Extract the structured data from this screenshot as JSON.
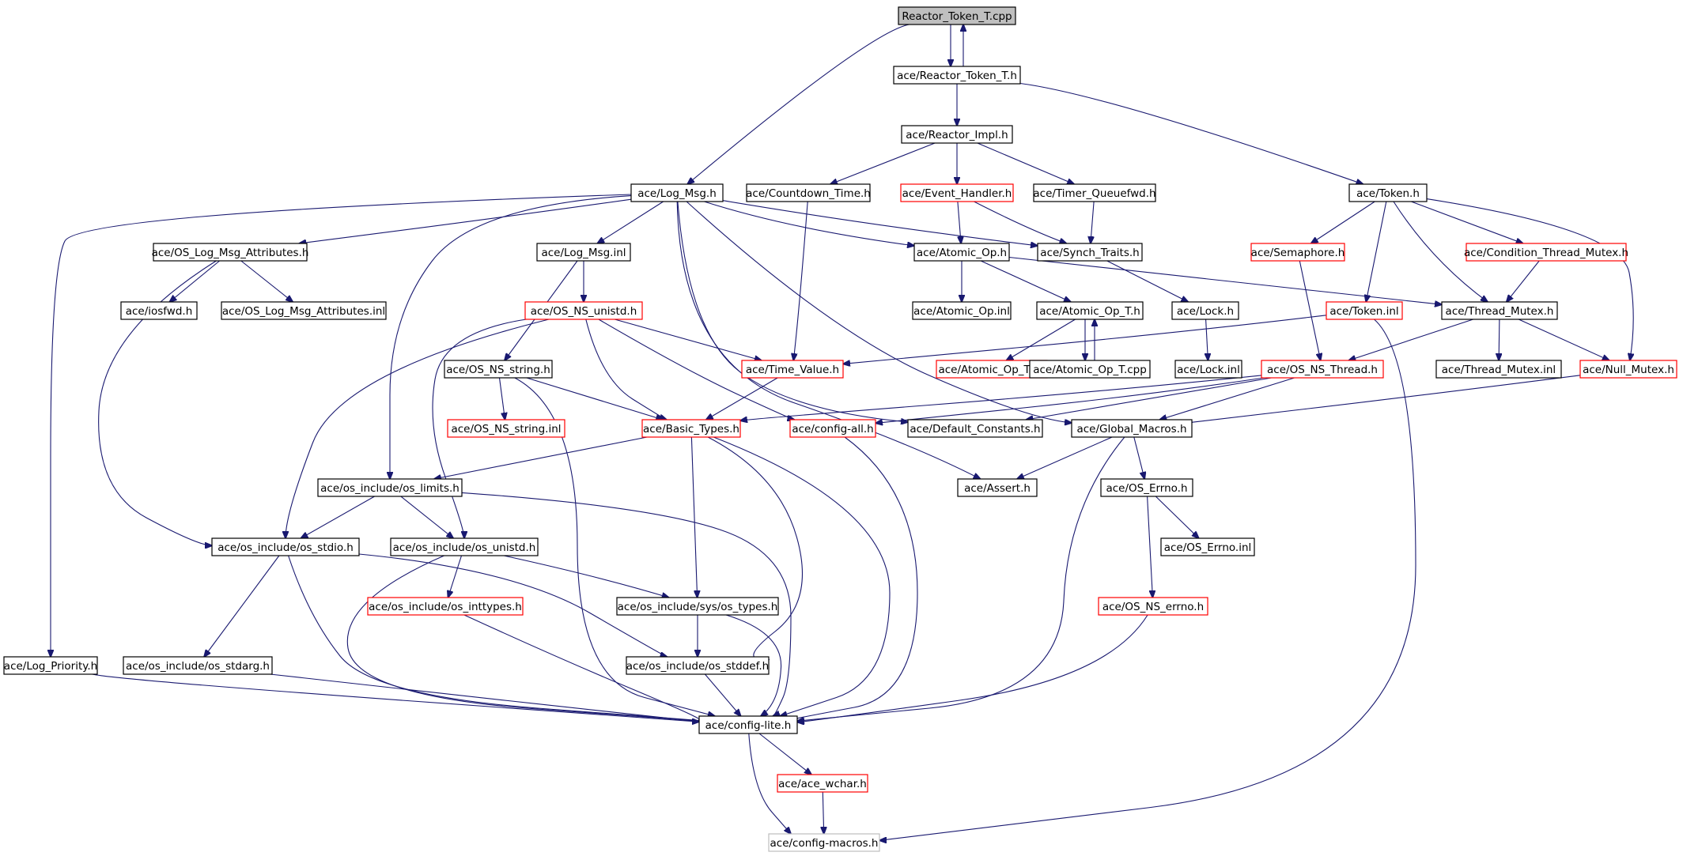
{
  "graph": {
    "nodes": [
      {
        "id": "reactor_token_cpp",
        "label": "Reactor_Token_T.cpp",
        "style": "gray"
      },
      {
        "id": "reactor_token_h",
        "label": "ace/Reactor_Token_T.h",
        "style": "black"
      },
      {
        "id": "reactor_impl",
        "label": "ace/Reactor_Impl.h",
        "style": "black"
      },
      {
        "id": "log_msg_h",
        "label": "ace/Log_Msg.h",
        "style": "black"
      },
      {
        "id": "countdown_time",
        "label": "ace/Countdown_Time.h",
        "style": "black"
      },
      {
        "id": "event_handler",
        "label": "ace/Event_Handler.h",
        "style": "red"
      },
      {
        "id": "timer_queuefwd",
        "label": "ace/Timer_Queuefwd.h",
        "style": "black"
      },
      {
        "id": "token_h",
        "label": "ace/Token.h",
        "style": "black"
      },
      {
        "id": "os_log_msg_attr",
        "label": "ace/OS_Log_Msg_Attributes.h",
        "style": "black"
      },
      {
        "id": "log_msg_inl",
        "label": "ace/Log_Msg.inl",
        "style": "black"
      },
      {
        "id": "atomic_op_h",
        "label": "ace/Atomic_Op.h",
        "style": "black"
      },
      {
        "id": "synch_traits",
        "label": "ace/Synch_Traits.h",
        "style": "black"
      },
      {
        "id": "semaphore_h",
        "label": "ace/Semaphore.h",
        "style": "red"
      },
      {
        "id": "cond_thread_mutex",
        "label": "ace/Condition_Thread_Mutex.h",
        "style": "red"
      },
      {
        "id": "iosfwd",
        "label": "ace/iosfwd.h",
        "style": "black"
      },
      {
        "id": "os_log_msg_attr_inl",
        "label": "ace/OS_Log_Msg_Attributes.inl",
        "style": "black"
      },
      {
        "id": "os_ns_unistd",
        "label": "ace/OS_NS_unistd.h",
        "style": "red"
      },
      {
        "id": "atomic_op_inl",
        "label": "ace/Atomic_Op.inl",
        "style": "black"
      },
      {
        "id": "atomic_op_t_h",
        "label": "ace/Atomic_Op_T.h",
        "style": "black"
      },
      {
        "id": "lock_h",
        "label": "ace/Lock.h",
        "style": "black"
      },
      {
        "id": "token_inl",
        "label": "ace/Token.inl",
        "style": "red"
      },
      {
        "id": "thread_mutex_h",
        "label": "ace/Thread_Mutex.h",
        "style": "black"
      },
      {
        "id": "os_ns_string_h",
        "label": "ace/OS_NS_string.h",
        "style": "black"
      },
      {
        "id": "time_value",
        "label": "ace/Time_Value.h",
        "style": "red"
      },
      {
        "id": "atomic_op_t_inl",
        "label": "ace/Atomic_Op_T.inl",
        "style": "red"
      },
      {
        "id": "atomic_op_t_cpp",
        "label": "ace/Atomic_Op_T.cpp",
        "style": "black"
      },
      {
        "id": "lock_inl",
        "label": "ace/Lock.inl",
        "style": "black"
      },
      {
        "id": "os_ns_thread",
        "label": "ace/OS_NS_Thread.h",
        "style": "red"
      },
      {
        "id": "thread_mutex_inl",
        "label": "ace/Thread_Mutex.inl",
        "style": "black"
      },
      {
        "id": "null_mutex",
        "label": "ace/Null_Mutex.h",
        "style": "red"
      },
      {
        "id": "os_ns_string_inl",
        "label": "ace/OS_NS_string.inl",
        "style": "red"
      },
      {
        "id": "basic_types",
        "label": "ace/Basic_Types.h",
        "style": "red"
      },
      {
        "id": "config_all",
        "label": "ace/config-all.h",
        "style": "red"
      },
      {
        "id": "default_constants",
        "label": "ace/Default_Constants.h",
        "style": "black"
      },
      {
        "id": "global_macros",
        "label": "ace/Global_Macros.h",
        "style": "black"
      },
      {
        "id": "os_limits",
        "label": "ace/os_include/os_limits.h",
        "style": "black"
      },
      {
        "id": "assert_h",
        "label": "ace/Assert.h",
        "style": "black"
      },
      {
        "id": "os_errno_h",
        "label": "ace/OS_Errno.h",
        "style": "black"
      },
      {
        "id": "os_stdio",
        "label": "ace/os_include/os_stdio.h",
        "style": "black"
      },
      {
        "id": "os_unistd",
        "label": "ace/os_include/os_unistd.h",
        "style": "black"
      },
      {
        "id": "os_errno_inl",
        "label": "ace/OS_Errno.inl",
        "style": "black"
      },
      {
        "id": "os_inttypes",
        "label": "ace/os_include/os_inttypes.h",
        "style": "red"
      },
      {
        "id": "sys_os_types",
        "label": "ace/os_include/sys/os_types.h",
        "style": "black"
      },
      {
        "id": "os_ns_errno",
        "label": "ace/OS_NS_errno.h",
        "style": "red"
      },
      {
        "id": "log_priority",
        "label": "ace/Log_Priority.h",
        "style": "black"
      },
      {
        "id": "os_stdarg",
        "label": "ace/os_include/os_stdarg.h",
        "style": "black"
      },
      {
        "id": "os_stddef",
        "label": "ace/os_include/os_stddef.h",
        "style": "black"
      },
      {
        "id": "config_lite",
        "label": "ace/config-lite.h",
        "style": "black"
      },
      {
        "id": "ace_wchar",
        "label": "ace/ace_wchar.h",
        "style": "red"
      },
      {
        "id": "config_macros",
        "label": "ace/config-macros.h",
        "style": "light"
      }
    ],
    "edges": [
      [
        "reactor_token_cpp",
        "reactor_token_h"
      ],
      [
        "reactor_token_h",
        "reactor_token_cpp"
      ],
      [
        "reactor_token_cpp",
        "log_msg_h"
      ],
      [
        "reactor_token_h",
        "reactor_impl"
      ],
      [
        "reactor_token_h",
        "token_h"
      ],
      [
        "reactor_impl",
        "countdown_time"
      ],
      [
        "reactor_impl",
        "event_handler"
      ],
      [
        "reactor_impl",
        "timer_queuefwd"
      ],
      [
        "log_msg_h",
        "os_log_msg_attr"
      ],
      [
        "log_msg_h",
        "log_msg_inl"
      ],
      [
        "log_msg_h",
        "atomic_op_h"
      ],
      [
        "log_msg_h",
        "synch_traits"
      ],
      [
        "log_msg_h",
        "log_priority"
      ],
      [
        "log_msg_h",
        "os_limits"
      ],
      [
        "log_msg_h",
        "default_constants"
      ],
      [
        "log_msg_h",
        "assert_h"
      ],
      [
        "log_msg_h",
        "global_macros"
      ],
      [
        "event_handler",
        "atomic_op_h"
      ],
      [
        "event_handler",
        "synch_traits"
      ],
      [
        "timer_queuefwd",
        "synch_traits"
      ],
      [
        "countdown_time",
        "time_value"
      ],
      [
        "token_h",
        "semaphore_h"
      ],
      [
        "token_h",
        "cond_thread_mutex"
      ],
      [
        "token_h",
        "token_inl"
      ],
      [
        "token_h",
        "thread_mutex_h"
      ],
      [
        "token_h",
        "null_mutex"
      ],
      [
        "os_log_msg_attr",
        "iosfwd"
      ],
      [
        "os_log_msg_attr",
        "os_log_msg_attr_inl"
      ],
      [
        "os_log_msg_attr",
        "os_stdio"
      ],
      [
        "log_msg_inl",
        "os_ns_unistd"
      ],
      [
        "log_msg_inl",
        "os_ns_string_h"
      ],
      [
        "atomic_op_h",
        "atomic_op_inl"
      ],
      [
        "atomic_op_h",
        "atomic_op_t_h"
      ],
      [
        "atomic_op_h",
        "thread_mutex_h"
      ],
      [
        "synch_traits",
        "lock_h"
      ],
      [
        "semaphore_h",
        "os_ns_thread"
      ],
      [
        "cond_thread_mutex",
        "thread_mutex_h"
      ],
      [
        "token_inl",
        "time_value"
      ],
      [
        "token_inl",
        "config_macros"
      ],
      [
        "atomic_op_t_h",
        "atomic_op_t_inl"
      ],
      [
        "atomic_op_t_h",
        "atomic_op_t_cpp"
      ],
      [
        "atomic_op_t_cpp",
        "atomic_op_t_h"
      ],
      [
        "lock_h",
        "lock_inl"
      ],
      [
        "thread_mutex_h",
        "os_ns_thread"
      ],
      [
        "thread_mutex_h",
        "thread_mutex_inl"
      ],
      [
        "thread_mutex_h",
        "null_mutex"
      ],
      [
        "null_mutex",
        "global_macros"
      ],
      [
        "os_ns_unistd",
        "time_value"
      ],
      [
        "os_ns_unistd",
        "basic_types"
      ],
      [
        "os_ns_unistd",
        "config_all"
      ],
      [
        "os_ns_unistd",
        "os_stdio"
      ],
      [
        "os_ns_unistd",
        "os_unistd"
      ],
      [
        "os_ns_string_h",
        "os_ns_string_inl"
      ],
      [
        "os_ns_string_h",
        "basic_types"
      ],
      [
        "os_ns_string_h",
        "config_lite"
      ],
      [
        "time_value",
        "basic_types"
      ],
      [
        "os_ns_thread",
        "basic_types"
      ],
      [
        "os_ns_thread",
        "config_all"
      ],
      [
        "os_ns_thread",
        "default_constants"
      ],
      [
        "os_ns_thread",
        "global_macros"
      ],
      [
        "basic_types",
        "os_limits"
      ],
      [
        "basic_types",
        "sys_os_types"
      ],
      [
        "basic_types",
        "os_stddef"
      ],
      [
        "basic_types",
        "config_lite"
      ],
      [
        "config_all",
        "config_lite"
      ],
      [
        "global_macros",
        "assert_h"
      ],
      [
        "global_macros",
        "os_errno_h"
      ],
      [
        "global_macros",
        "config_lite"
      ],
      [
        "os_errno_h",
        "os_errno_inl"
      ],
      [
        "os_errno_h",
        "os_ns_errno"
      ],
      [
        "os_ns_errno",
        "config_lite"
      ],
      [
        "os_limits",
        "os_stdio"
      ],
      [
        "os_limits",
        "os_unistd"
      ],
      [
        "os_limits",
        "config_lite"
      ],
      [
        "os_stdio",
        "os_stdarg"
      ],
      [
        "os_stdio",
        "os_stddef"
      ],
      [
        "os_stdio",
        "config_lite"
      ],
      [
        "os_unistd",
        "os_inttypes"
      ],
      [
        "os_unistd",
        "sys_os_types"
      ],
      [
        "os_unistd",
        "config_lite"
      ],
      [
        "os_inttypes",
        "config_lite"
      ],
      [
        "sys_os_types",
        "os_stddef"
      ],
      [
        "sys_os_types",
        "config_lite"
      ],
      [
        "os_stddef",
        "config_lite"
      ],
      [
        "os_stdarg",
        "config_lite"
      ],
      [
        "log_priority",
        "config_lite"
      ],
      [
        "config_lite",
        "ace_wchar"
      ],
      [
        "config_lite",
        "config_macros"
      ],
      [
        "ace_wchar",
        "config_macros"
      ]
    ]
  }
}
